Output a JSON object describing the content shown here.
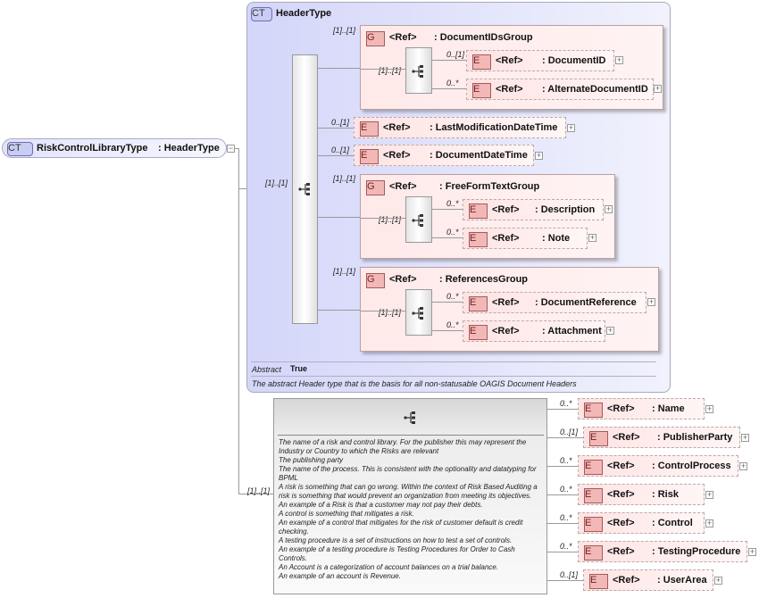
{
  "root": {
    "badge": "CT",
    "name": "RiskControlLibraryType",
    "type": ": HeaderType"
  },
  "header_type": {
    "badge": "CT",
    "title": "HeaderType",
    "abstract_label": "Abstract",
    "abstract_value": "True",
    "documentation": "The abstract Header type that is the basis for all non-statusable OAGIS Document Headers",
    "seq_cardinality": "[1]..[1]",
    "groups": [
      {
        "badge": "G",
        "ref": "<Ref>",
        "name": ": DocumentIDsGroup",
        "cardinality": "[1]..[1]",
        "inner_cardinality": "[1]..[1]",
        "elements": [
          {
            "badge": "E",
            "ref": "<Ref>",
            "name": ": DocumentID",
            "cardinality": "0..[1]"
          },
          {
            "badge": "E",
            "ref": "<Ref>",
            "name": ": AlternateDocumentID",
            "cardinality": "0..*"
          }
        ]
      },
      {
        "badge": "G",
        "ref": "<Ref>",
        "name": ": FreeFormTextGroup",
        "cardinality": "[1]..[1]",
        "inner_cardinality": "[1]..[1]",
        "elements": [
          {
            "badge": "E",
            "ref": "<Ref>",
            "name": ": Description",
            "cardinality": "0..*"
          },
          {
            "badge": "E",
            "ref": "<Ref>",
            "name": ": Note",
            "cardinality": "0..*"
          }
        ]
      },
      {
        "badge": "G",
        "ref": "<Ref>",
        "name": ": ReferencesGroup",
        "cardinality": "[1]..[1]",
        "inner_cardinality": "[1]..[1]",
        "elements": [
          {
            "badge": "E",
            "ref": "<Ref>",
            "name": ": DocumentReference",
            "cardinality": "0..*"
          },
          {
            "badge": "E",
            "ref": "<Ref>",
            "name": ": Attachment",
            "cardinality": "0..*"
          }
        ]
      }
    ],
    "elements": [
      {
        "badge": "E",
        "ref": "<Ref>",
        "name": ": LastModificationDateTime",
        "cardinality": "0..[1]"
      },
      {
        "badge": "E",
        "ref": "<Ref>",
        "name": ": DocumentDateTime",
        "cardinality": "0..[1]"
      }
    ]
  },
  "extension": {
    "seq_cardinality": "[1]..[1]",
    "documentation": [
      "The name of a risk and control library.  For the publisher this may represent the Industry or Country to which the Risks are relevant",
      "The publishing party",
      "The name of the process.  This is consistent with the optionality and datatyping for BPML",
      "A risk is something that can go wrong.  Within the context of Risk Based Auditing a risk is something that would prevent an organization from meeting its objectives.",
      "An example of a Risk is that a customer may not pay their debts.",
      "A control is something that mitigates a risk.",
      "An example of a control that mitigates for the risk of customer default is credit checking.",
      "A testing procedure is a set of instructions on how to test a set of controls.",
      "An example of a testing procedure is Testing Procedures for Order to Cash Controls.",
      "An Account is a categorization of account balances on a trial balance.",
      "An example of an account is Revenue."
    ],
    "elements": [
      {
        "badge": "E",
        "ref": "<Ref>",
        "name": ": Name",
        "cardinality": "0..*"
      },
      {
        "badge": "E",
        "ref": "<Ref>",
        "name": ": PublisherParty",
        "cardinality": "0..[1]"
      },
      {
        "badge": "E",
        "ref": "<Ref>",
        "name": ": ControlProcess",
        "cardinality": "0..*"
      },
      {
        "badge": "E",
        "ref": "<Ref>",
        "name": ": Risk",
        "cardinality": "0..*"
      },
      {
        "badge": "E",
        "ref": "<Ref>",
        "name": ": Control",
        "cardinality": "0..*"
      },
      {
        "badge": "E",
        "ref": "<Ref>",
        "name": ": TestingProcedure",
        "cardinality": "0..*"
      },
      {
        "badge": "E",
        "ref": "<Ref>",
        "name": ": UserArea",
        "cardinality": "0..[1]"
      }
    ]
  },
  "colors": {
    "complex_type_fill": "#d4d6fa",
    "element_fill": "#ffe3e3",
    "badge_fill": "#f2b8b8"
  },
  "icons": {
    "sequence": "sequence-icon",
    "expand": "plus-icon"
  }
}
